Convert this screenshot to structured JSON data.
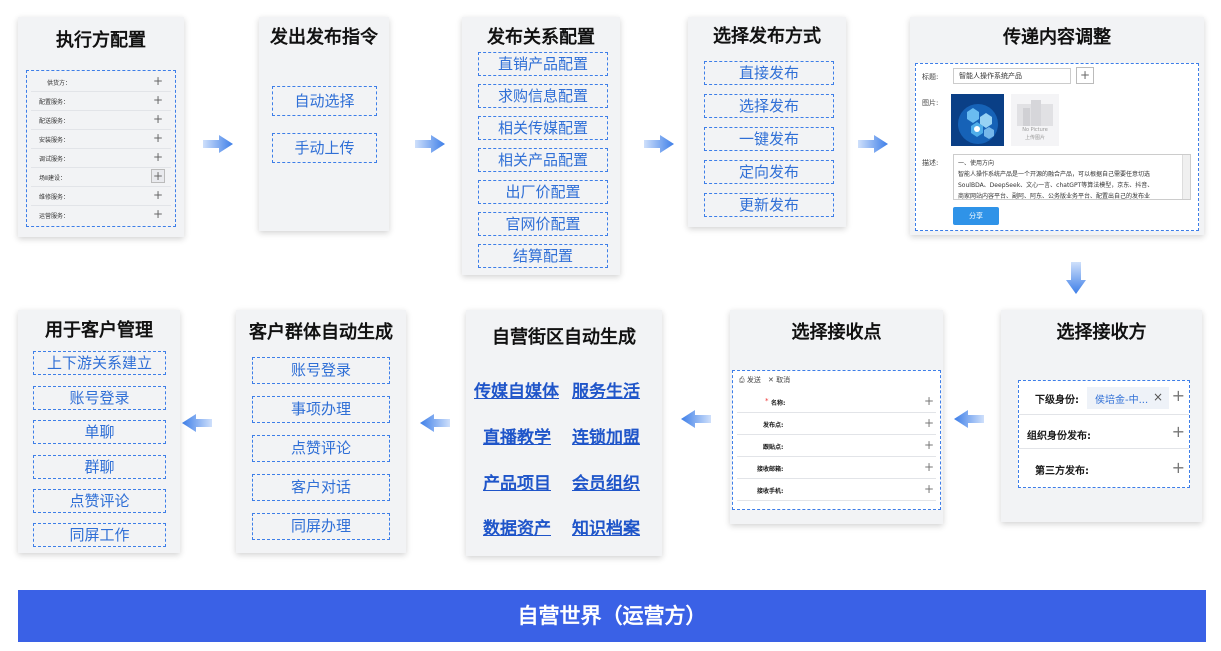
{
  "footer": {
    "label": "自营世界（运营方）"
  },
  "card1": {
    "title": "执行方配置",
    "rows": [
      "供货方：",
      "配置服务：",
      "配送服务：",
      "安装服务：",
      "调试服务：",
      "场Ⅱ建设：",
      "维修服务：",
      "运营服务："
    ]
  },
  "card2": {
    "title": "发出发布指令",
    "items": [
      "自动选择",
      "手动上传"
    ]
  },
  "card3": {
    "title": "发布关系配置",
    "items": [
      "直销产品配置",
      "求购信息配置",
      "相关传媒配置",
      "相关产品配置",
      "出厂价配置",
      "官网价配置",
      "结算配置"
    ]
  },
  "card4": {
    "title": "选择发布方式",
    "items": [
      "直接发布",
      "选择发布",
      "一键发布",
      "定向发布",
      "更新发布"
    ]
  },
  "card5": {
    "title": "传递内容调整",
    "title_label": "标题:",
    "title_value": "智能人操作系统产品",
    "image_label": "图片:",
    "no_picture": "No Picture",
    "upload": "上传图片",
    "desc_label": "描述:",
    "desc_heading": "一、使用方向",
    "desc_line1": "智能人操作系统产品是一个开源的融合产品，可以根据自己需要任意切选",
    "desc_line2": "SoulBDA、DeepSeek、文心一言、chatGPT等算法模型，京东、抖音、",
    "desc_line3": "商家网站内容平台、副阿、阿东、公务版业务平台、配置出自己的发布业",
    "share_button": "分享"
  },
  "card6": {
    "title": "选择接收方",
    "rows": [
      {
        "label": "下级身份:",
        "tag": "侯培金-中...",
        "close": "×"
      },
      {
        "label": "组织身份发布:"
      },
      {
        "label": "第三方发布:"
      }
    ]
  },
  "card7": {
    "title": "选择接收点",
    "send": "发送",
    "cancel": "取消",
    "required_mark": "*",
    "rows": [
      "名称:",
      "发布点:",
      "跟贴点:",
      "接收邮箱:",
      "接收手机:"
    ]
  },
  "card8": {
    "title": "自营街区自动生成",
    "links": [
      "传媒自媒体",
      "服务生活",
      "直播教学",
      "连锁加盟",
      "产品项目",
      "会员组织",
      "数据资产",
      "知识档案"
    ]
  },
  "card9": {
    "title": "客户群体自动生成",
    "items": [
      "账号登录",
      "事项办理",
      "点赞评论",
      "客户对话",
      "同屏办理"
    ]
  },
  "card10": {
    "title": "用于客户管理",
    "items": [
      "上下游关系建立",
      "账号登录",
      "单聊",
      "群聊",
      "点赞评论",
      "同屏工作"
    ]
  },
  "plus": "+",
  "colors": {
    "accent": "#3d7ee8",
    "bar": "#3a61e6",
    "link": "#1f55c9"
  }
}
